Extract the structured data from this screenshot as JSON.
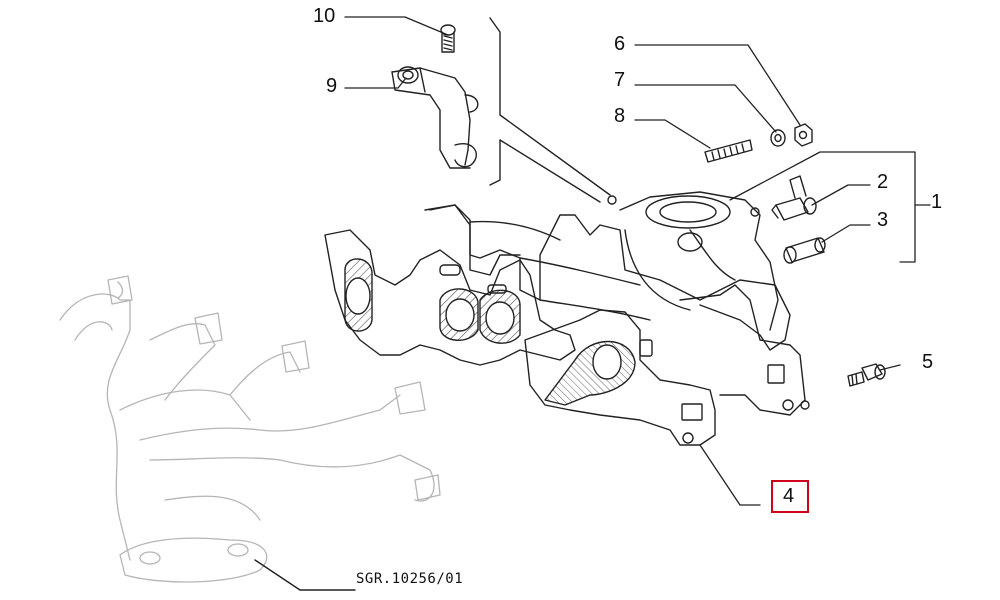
{
  "diagram": {
    "callouts": [
      {
        "num": "10"
      },
      {
        "num": "9"
      },
      {
        "num": "6"
      },
      {
        "num": "7"
      },
      {
        "num": "8"
      },
      {
        "num": "2"
      },
      {
        "num": "1"
      },
      {
        "num": "3"
      },
      {
        "num": "5"
      },
      {
        "num": "4",
        "highlighted": true
      }
    ],
    "reference_code": "SGR.10256/01",
    "highlight_color": "#d0021b"
  }
}
